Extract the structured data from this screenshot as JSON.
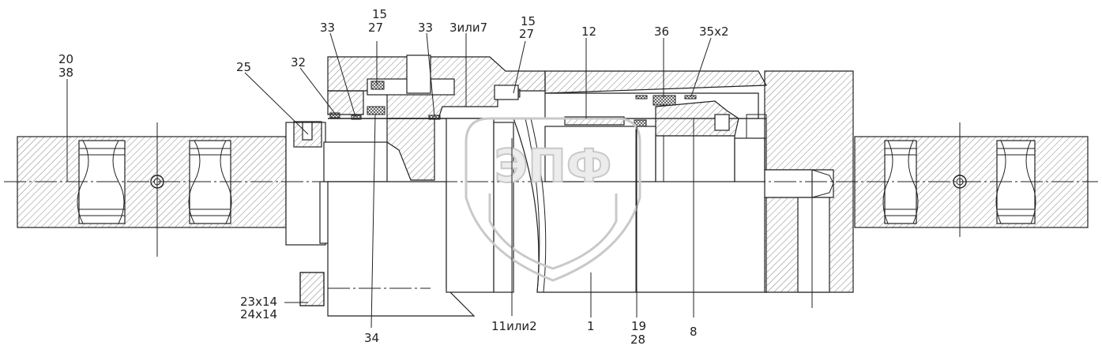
{
  "drawing": {
    "watermark": "ЭПФ",
    "labels": {
      "l20": "20",
      "l38": "38",
      "l25": "25",
      "l32": "32",
      "l33a": "33",
      "l15a": "15",
      "l27a": "27",
      "l33b": "33",
      "l3": "3или7",
      "l15b": "15",
      "l27b": "27",
      "l12": "12",
      "l36": "36",
      "l35": "35х2",
      "l23": "23х14",
      "l24": "24х14",
      "l34": "34",
      "l11": "11или2",
      "l1": "1",
      "l19": "19",
      "l28": "28",
      "l8": "8"
    }
  }
}
